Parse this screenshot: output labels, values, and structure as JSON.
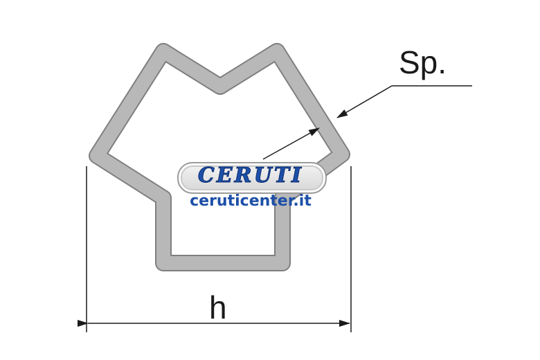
{
  "diagram": {
    "thickness_label": "Sp.",
    "width_label": "h",
    "colors": {
      "profile_outer": "#7f7f7f",
      "profile_inner": "#b8b8b8",
      "line": "#1a1a1a"
    }
  },
  "logo": {
    "brand": "CERUTI",
    "url": "ceruticenter.it",
    "color": "#1d4fa8"
  }
}
